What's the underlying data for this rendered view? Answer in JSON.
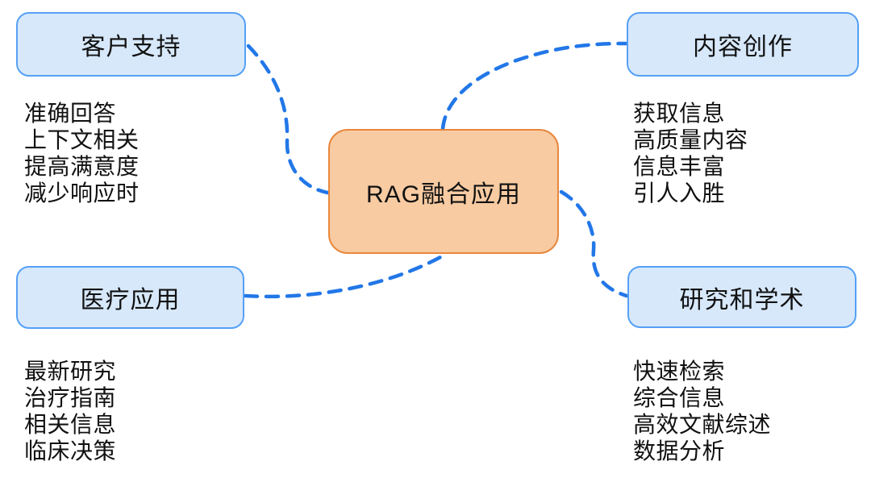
{
  "diagram": {
    "type": "mindmap",
    "center": {
      "label": "RAG融合应用"
    },
    "branches": [
      {
        "id": "customer-support",
        "label": "客户支持",
        "position": "top-left",
        "items": [
          "准确回答",
          "上下文相关",
          "提高满意度",
          "减少响应时"
        ]
      },
      {
        "id": "content-creation",
        "label": "内容创作",
        "position": "top-right",
        "items": [
          "获取信息",
          "高质量内容",
          "信息丰富",
          "引人入胜"
        ]
      },
      {
        "id": "medical-application",
        "label": "医疗应用",
        "position": "bottom-left",
        "items": [
          "最新研究",
          "治疗指南",
          "相关信息",
          "临床决策"
        ]
      },
      {
        "id": "research-academia",
        "label": "研究和学术",
        "position": "bottom-right",
        "items": [
          "快速检索",
          "综合信息",
          "高效文献综述",
          "数据分析"
        ]
      }
    ],
    "colors": {
      "connector_blue": "#2277E8",
      "branch_node_fill": "#D7E8FB",
      "branch_node_border": "#55A0F6",
      "center_node_fill": "#F8CBA2",
      "center_node_border": "#E8873C",
      "text": "#111111",
      "background": "#FFFFFF"
    },
    "connector_style": "dashed-curve"
  }
}
